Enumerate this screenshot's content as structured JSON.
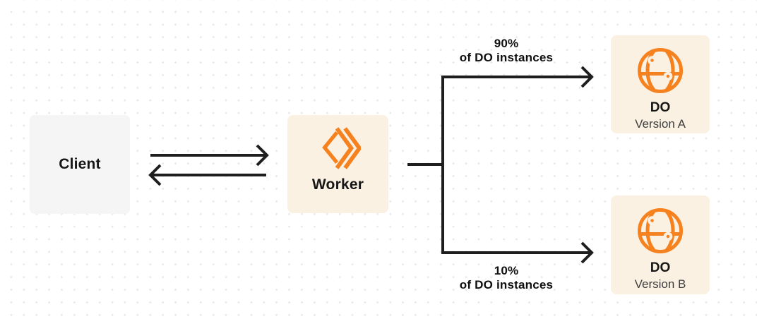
{
  "colors": {
    "accent_orange": "#f6821f",
    "node_cream": "#faf1e2",
    "node_gray": "#f5f5f6",
    "line_dark": "#1e1e1e",
    "dot_grid": "#e8e8e8"
  },
  "nodes": {
    "client": {
      "label": "Client"
    },
    "worker": {
      "label": "Worker"
    },
    "do_version_a": {
      "title": "DO",
      "subtitle": "Version A"
    },
    "do_version_b": {
      "title": "DO",
      "subtitle": "Version B"
    }
  },
  "edge_labels": {
    "top": {
      "percent": "90%",
      "caption": "of DO instances"
    },
    "bottom": {
      "percent": "10%",
      "caption": "of DO instances"
    }
  },
  "icons": {
    "worker_icon": "cloudflare-workers-chevrons",
    "do_icon": "durable-objects-globe"
  }
}
